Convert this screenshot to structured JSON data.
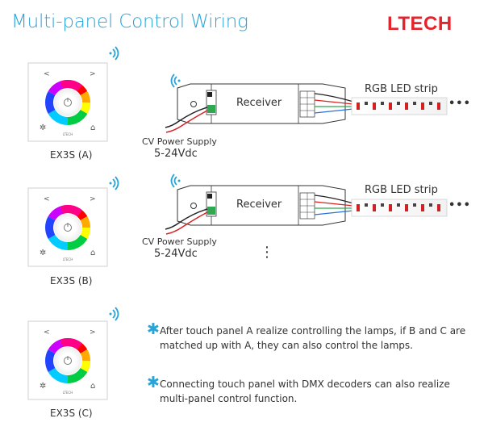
{
  "title": "Multi-panel Control Wiring",
  "brand": "LTECH",
  "panels": [
    {
      "label": "EX3S (A)",
      "panel_brand": "LTECH"
    },
    {
      "label": "EX3S (B)",
      "panel_brand": "LTECH"
    },
    {
      "label": "EX3S (C)",
      "panel_brand": "LTECH"
    }
  ],
  "receivers": [
    {
      "label": "Receiver",
      "strip_label": "RGB LED strip",
      "power_label": "CV Power Supply",
      "voltage": "5-24Vdc",
      "dots": "•••"
    },
    {
      "label": "Receiver",
      "strip_label": "RGB LED strip",
      "power_label": "CV Power Supply",
      "voltage": "5-24Vdc",
      "dots": "•••"
    }
  ],
  "vertical_ellipsis": "⋮",
  "notes": [
    {
      "bullet": "✱",
      "text": "After touch panel A realize controlling the lamps, if B and C are matched up with A, they can also control the lamps."
    },
    {
      "bullet": "✱",
      "text": "Connecting touch panel with DMX decoders can also realize multi-panel control function."
    }
  ],
  "colors": {
    "accent": "#2aa3d8",
    "brand": "#e4232d"
  }
}
